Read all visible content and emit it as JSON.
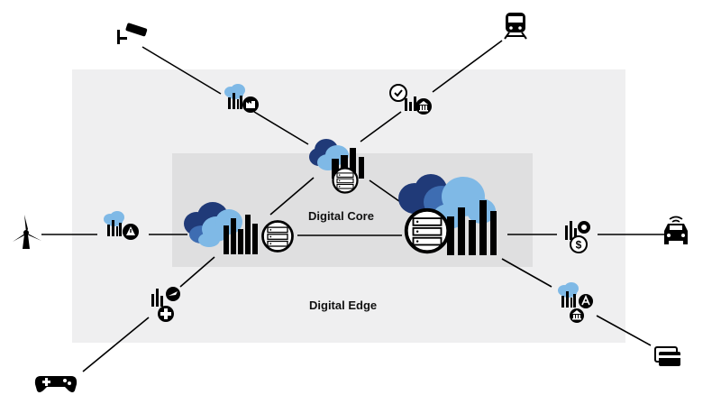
{
  "labels": {
    "core": "Digital Core",
    "edge": "Digital Edge"
  },
  "colors": {
    "edge_zone": "#efeff0",
    "core_zone": "#dfdfe0",
    "cloud_dark": "#203a78",
    "cloud_mid": "#3e6db2",
    "cloud_light": "#7fb9e6",
    "ink": "#000000"
  },
  "devices": [
    {
      "id": "camera",
      "icon": "security-camera-icon"
    },
    {
      "id": "train",
      "icon": "train-icon"
    },
    {
      "id": "wind-turbine",
      "icon": "wind-turbine-icon"
    },
    {
      "id": "car",
      "icon": "car-icon"
    },
    {
      "id": "gamepad",
      "icon": "gamepad-icon"
    },
    {
      "id": "credit-card",
      "icon": "credit-card-icon"
    }
  ],
  "edge_nodes": [
    {
      "id": "factory",
      "icon": "factory-icon"
    },
    {
      "id": "bank-check",
      "icon": "bank-check-icon"
    },
    {
      "id": "warning",
      "icon": "warning-icon"
    },
    {
      "id": "money",
      "icon": "money-icon"
    },
    {
      "id": "medical-plane",
      "icon": "medical-plane-icon"
    },
    {
      "id": "bank-location",
      "icon": "bank-location-icon"
    }
  ],
  "core_nodes": [
    {
      "id": "core-top",
      "icon": "cloud-datacenter-icon"
    },
    {
      "id": "core-left",
      "icon": "cloud-datacenter-icon"
    },
    {
      "id": "core-right",
      "icon": "cloud-datacenter-icon"
    }
  ]
}
